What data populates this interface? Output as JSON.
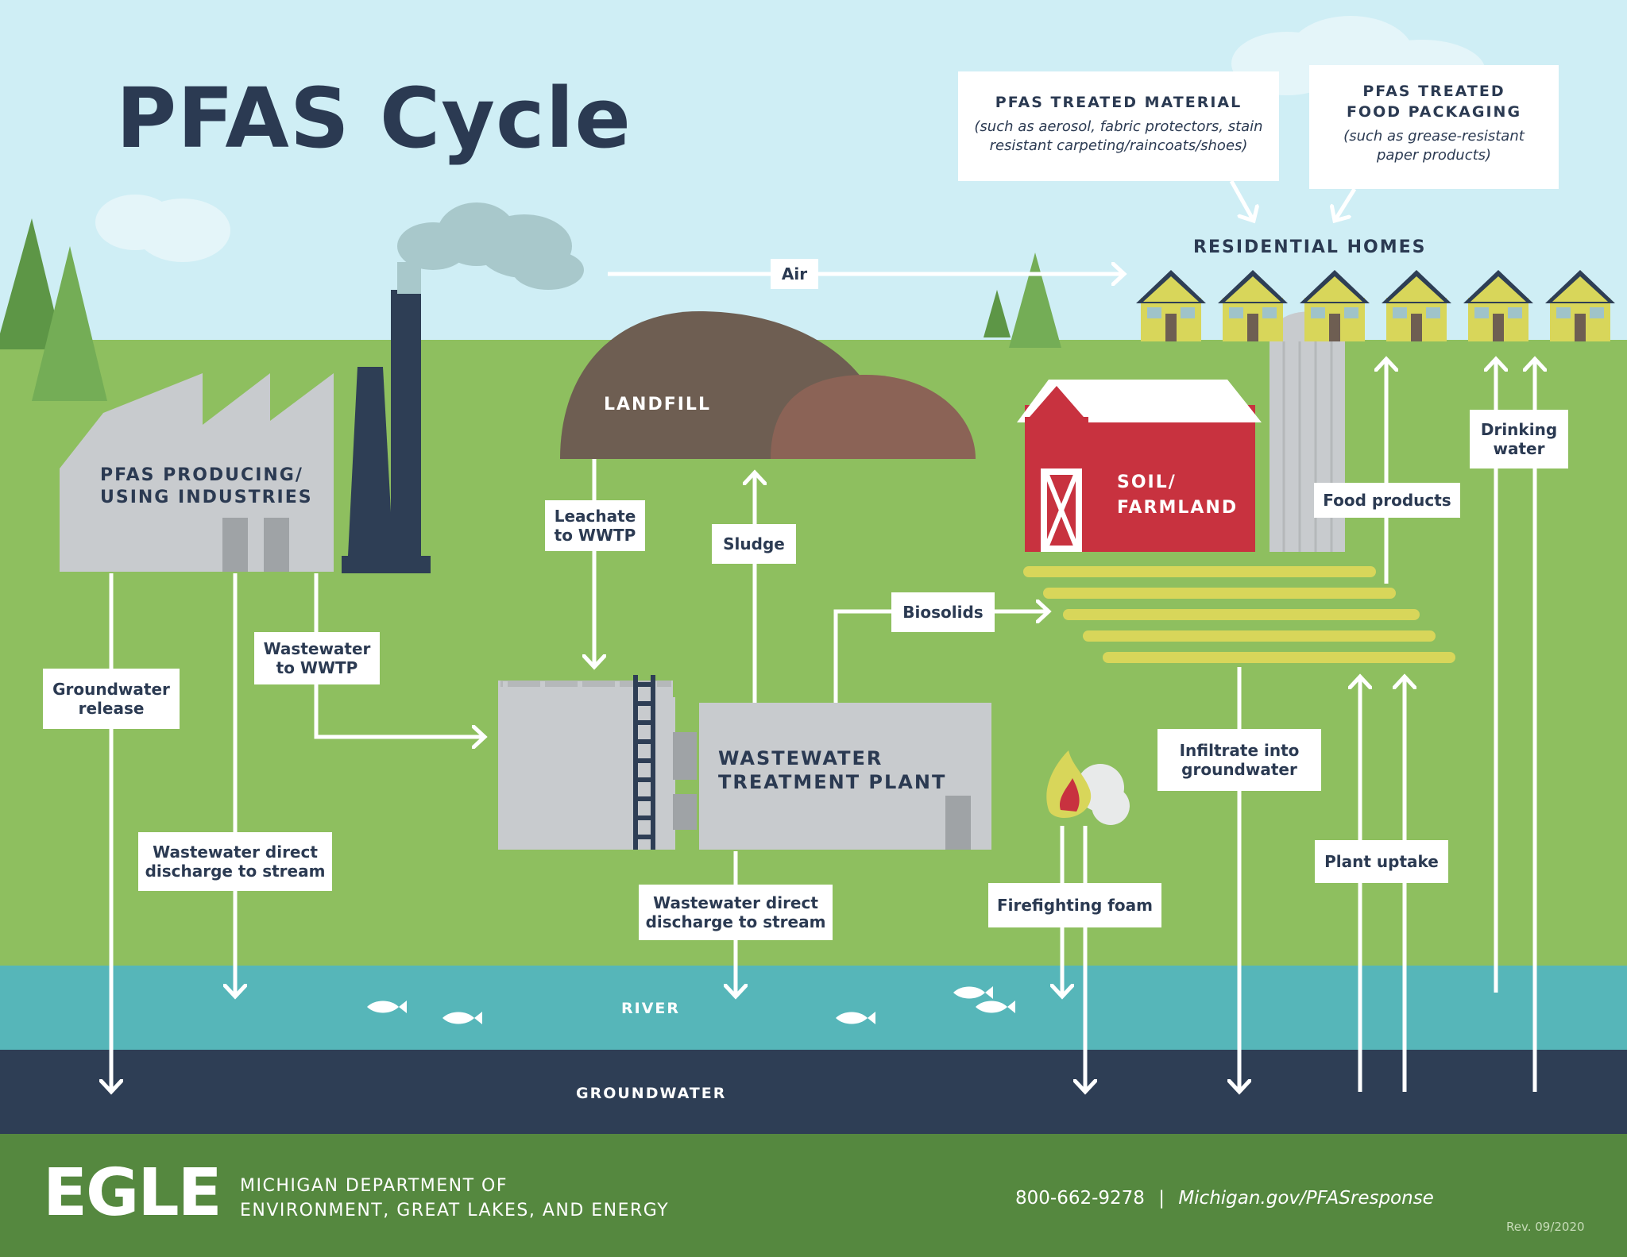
{
  "title": "PFAS Cycle",
  "info_boxes": {
    "treated_material": {
      "heading": "PFAS TREATED MATERIAL",
      "line1": "(such as aerosol, fabric protectors, stain",
      "line2": "resistant carpeting/raincoats/shoes)"
    },
    "food_packaging": {
      "heading1": "PFAS TREATED",
      "heading2": "FOOD PACKAGING",
      "line1": "(such as grease-resistant",
      "line2": "paper products)"
    }
  },
  "places": {
    "residential_homes": "RESIDENTIAL HOMES",
    "landfill": "LANDFILL",
    "industries_line1": "PFAS PRODUCING/",
    "industries_line2": "USING INDUSTRIES",
    "farmland_line1": "SOIL/",
    "farmland_line2": "FARMLAND",
    "wwtp_line1": "WASTEWATER",
    "wwtp_line2": "TREATMENT PLANT",
    "river": "RIVER",
    "groundwater": "GROUNDWATER"
  },
  "flows": {
    "air": "Air",
    "leachate_1": "Leachate",
    "leachate_2": "to WWTP",
    "sludge": "Sludge",
    "biosolids": "Biosolids",
    "groundwater_release_1": "Groundwater",
    "groundwater_release_2": "release",
    "wastewater_to_wwtp_1": "Wastewater",
    "wastewater_to_wwtp_2": "to WWTP",
    "direct_discharge_industry_1": "Wastewater direct",
    "direct_discharge_industry_2": "discharge to stream",
    "direct_discharge_plant_1": "Wastewater direct",
    "direct_discharge_plant_2": "discharge to stream",
    "firefighting_foam": "Firefighting foam",
    "infiltrate_1": "Infiltrate into",
    "infiltrate_2": "groundwater",
    "plant_uptake": "Plant uptake",
    "food_products": "Food products",
    "drinking_water_1": "Drinking",
    "drinking_water_2": "water"
  },
  "footer": {
    "logo": "EGLE",
    "dept_line1": "MICHIGAN DEPARTMENT OF",
    "dept_line2": "ENVIRONMENT, GREAT LAKES, AND ENERGY",
    "phone": "800-662-9278",
    "separator": "|",
    "website": "Michigan.gov/PFASresponse",
    "revision": "Rev. 09/2020"
  },
  "colors": {
    "sky": "#cfeef5",
    "grass": "#8ebf5f",
    "river": "#56b6b9",
    "groundwater": "#2b3a52",
    "footer": "#55883f",
    "barn": "#c8323f",
    "house": "#d8d65a",
    "landfill": "#6e5e52",
    "text_dark": "#2b3a52"
  }
}
